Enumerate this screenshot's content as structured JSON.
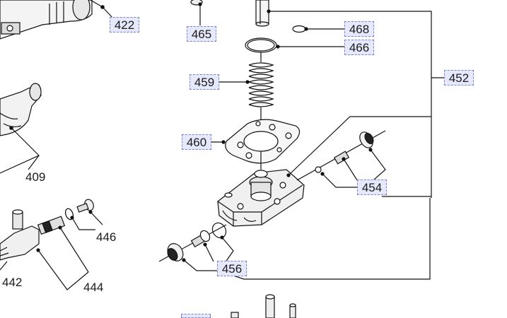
{
  "callouts": {
    "c422": "422",
    "c465": "465",
    "c468": "468",
    "c466": "466",
    "c459": "459",
    "c452": "452",
    "c460": "460",
    "c454": "454",
    "c456": "456",
    "c_partial": ""
  },
  "labels": {
    "l409": "409",
    "l446": "446",
    "l442": "442",
    "l444": "444"
  }
}
